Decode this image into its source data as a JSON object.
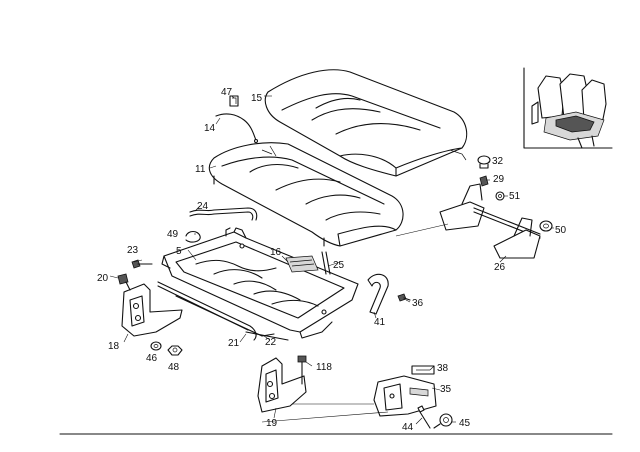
{
  "parts": {
    "p5": "5",
    "p11": "11",
    "p14": "14",
    "p15": "15",
    "p16": "16",
    "p18": "18",
    "p19": "19",
    "p20": "20",
    "p21": "21",
    "p22": "22",
    "p23": "23",
    "p24": "24",
    "p25": "25",
    "p26": "26",
    "p29": "29",
    "p32": "32",
    "p35": "35",
    "p36": "36",
    "p38": "38",
    "p41": "41",
    "p44": "44",
    "p45": "45",
    "p46": "46",
    "p47": "47",
    "p48": "48",
    "p49": "49",
    "p50": "50",
    "p51": "51",
    "p118": "118"
  }
}
